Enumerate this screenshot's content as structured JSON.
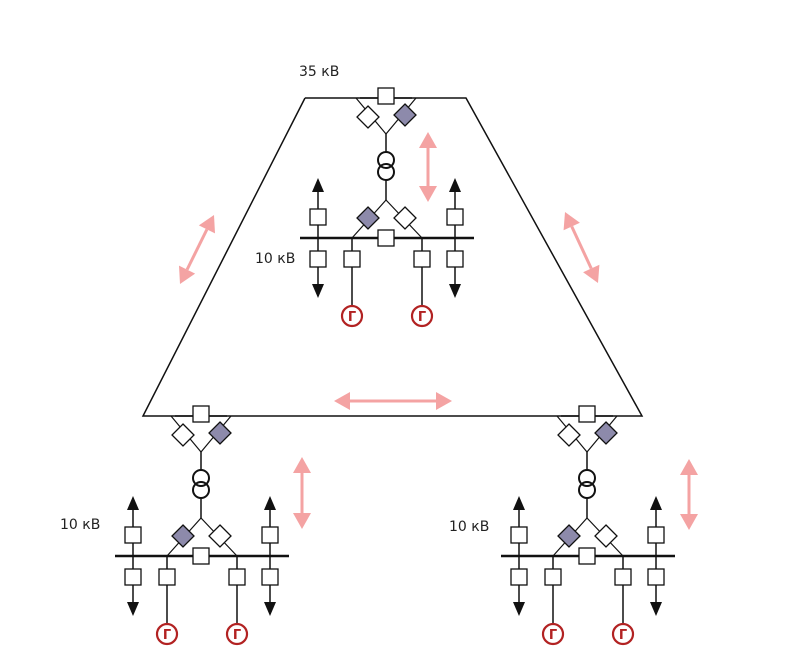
{
  "labels": {
    "hv_bus": "35 кВ",
    "lv_top": "10 кВ",
    "lv_left": "10 кВ",
    "lv_right": "10 кВ"
  },
  "generator_symbol": "Г",
  "substations": [
    {
      "id": "top",
      "label_key": "lv_top"
    },
    {
      "id": "left",
      "label_key": "lv_left"
    },
    {
      "id": "right",
      "label_key": "lv_right"
    }
  ],
  "colors": {
    "line": "#111111",
    "breaker_closed": "#8d8aab",
    "breaker_open": "#ffffff",
    "generator": "#b22222",
    "power_flow_arrow": "#f4a3a3"
  }
}
